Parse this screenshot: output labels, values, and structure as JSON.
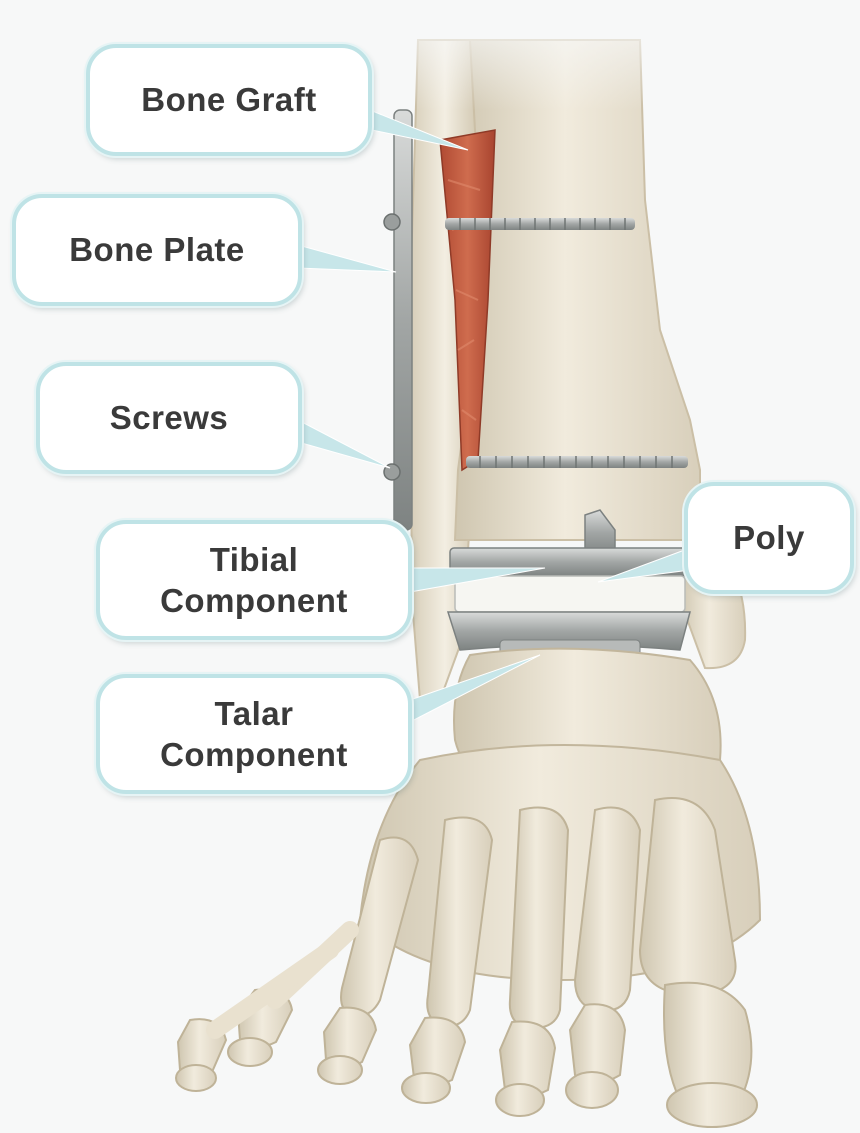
{
  "labels": {
    "bone_graft": "Bone Graft",
    "bone_plate": "Bone Plate",
    "screws": "Screws",
    "tibial_component": "Tibial\nComponent",
    "poly": "Poly",
    "talar_component": "Talar\nComponent"
  },
  "colors": {
    "bone": "#e9e1cf",
    "bone_shadow": "#bdb29b",
    "graft": "#c0593f",
    "metal": "#a7aaa9",
    "poly": "#f4f4f1",
    "callout_border": "#bfe3e6",
    "leader": "#c7e6e9",
    "text": "#3a3a3a"
  }
}
